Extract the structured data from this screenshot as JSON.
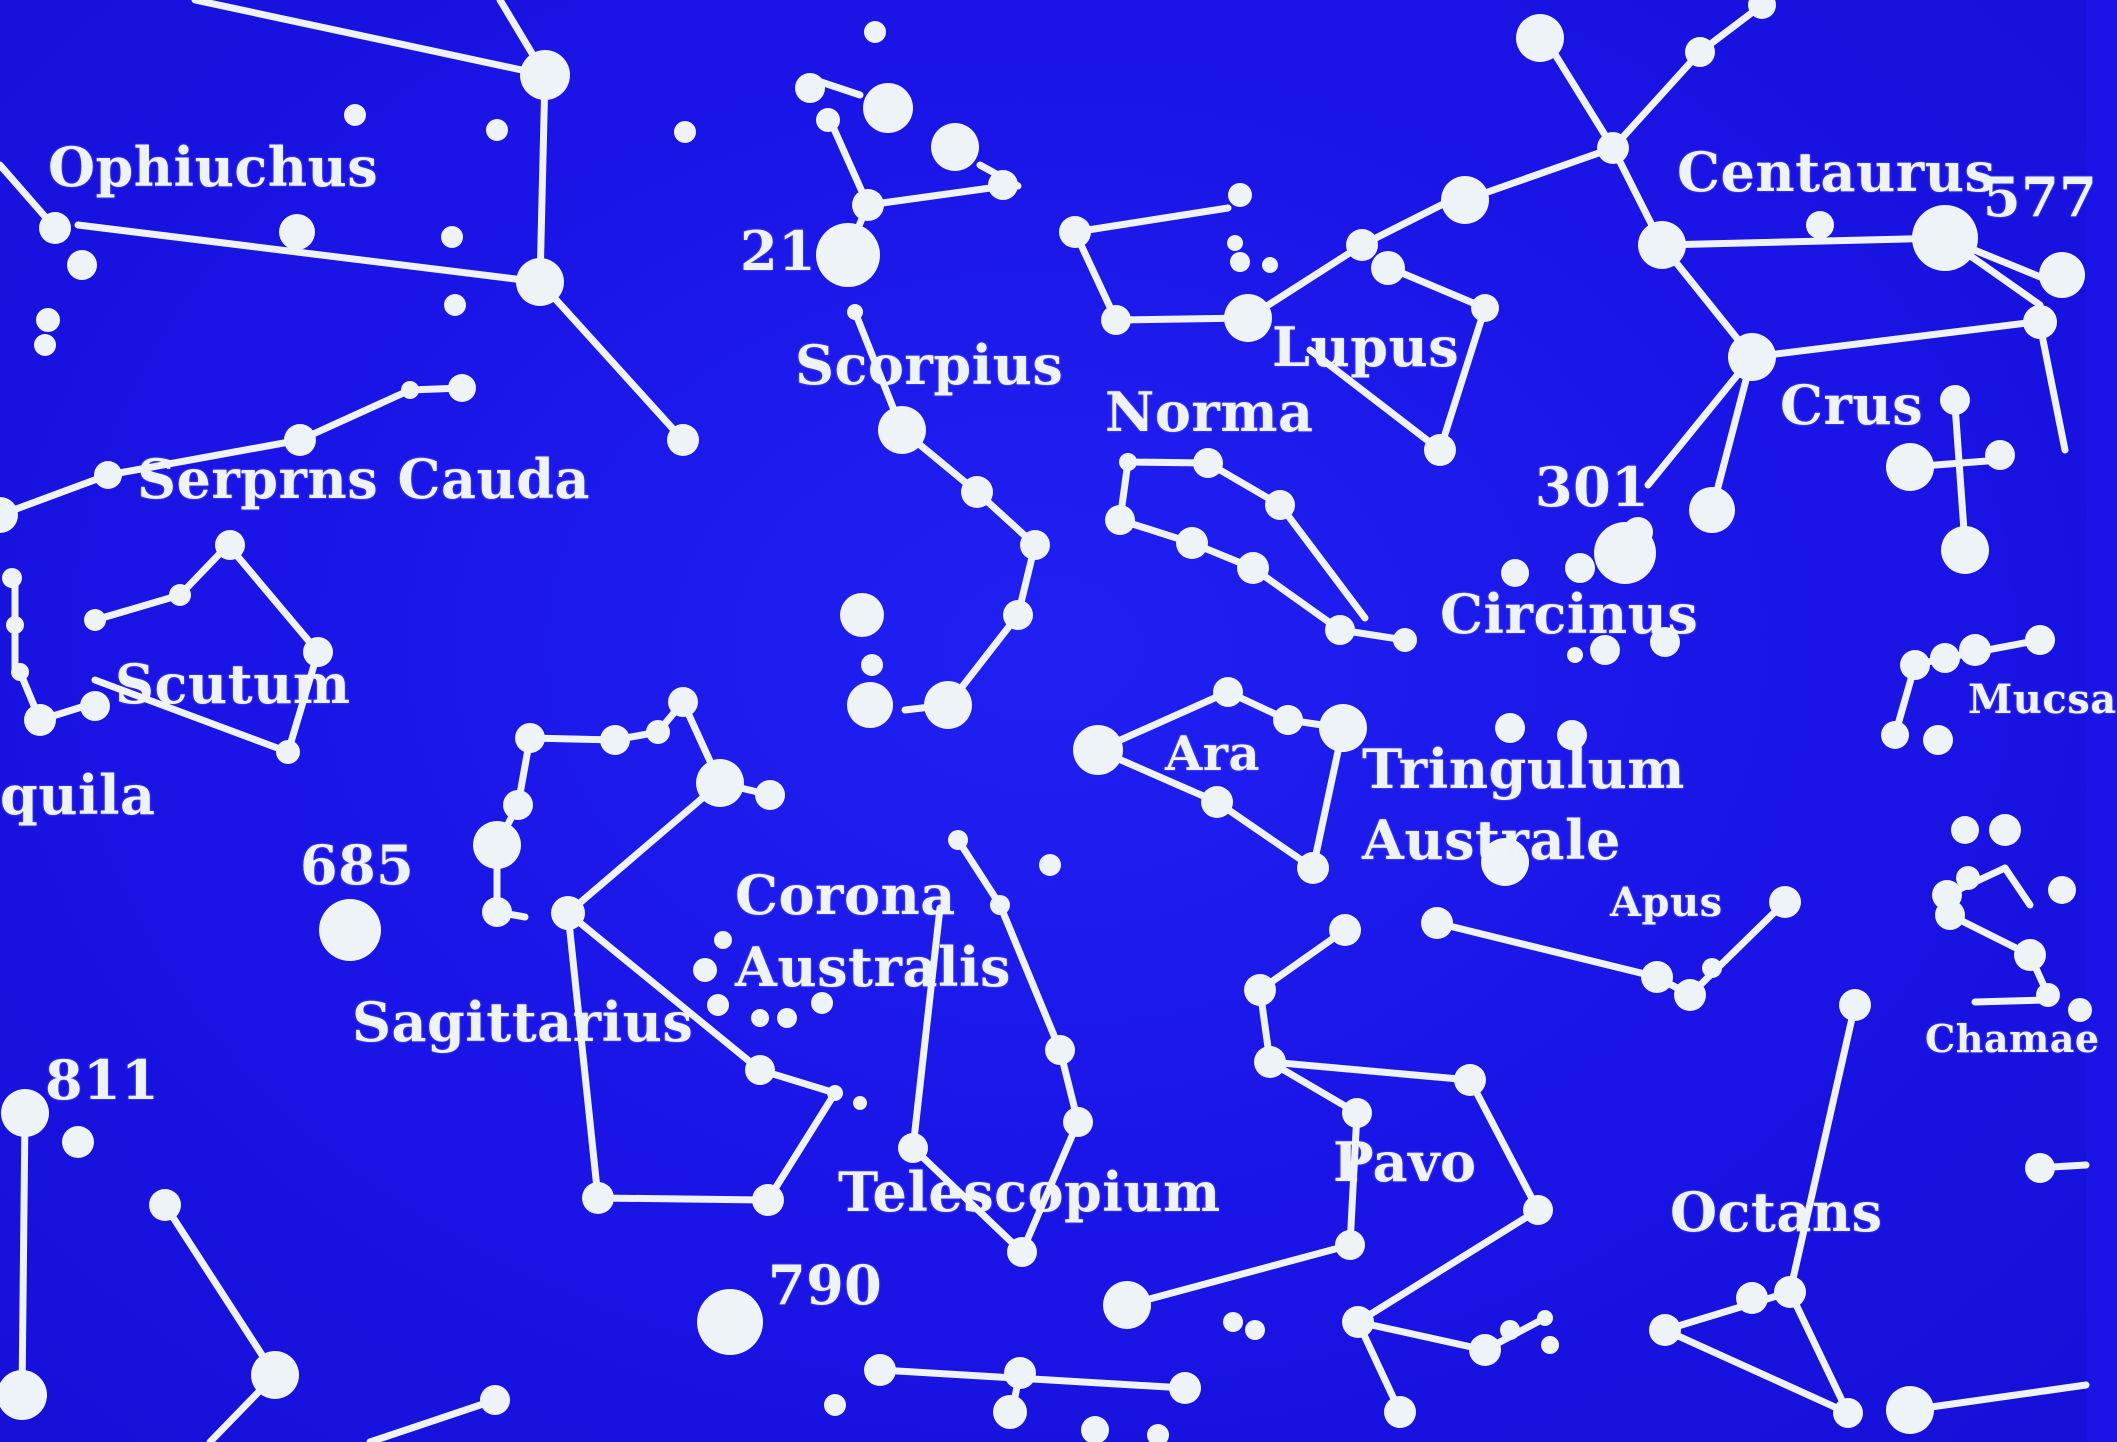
{
  "colors": {
    "sky": "#1a14e6",
    "stars": "#eef3f8"
  },
  "labels": {
    "ophiuchus": "Ophiuchus",
    "scorpius": "Scorpius",
    "lupus": "Lupus",
    "centaurus": "Centaurus",
    "centaurus_number": "577",
    "norma": "Norma",
    "crus": "Crus",
    "serpens_cauda": "Serprns Cauda",
    "scutum": "Scutum",
    "aquila": "quila",
    "circinus": "Circinus",
    "number_21": "21",
    "number_301": "301",
    "number_685": "685",
    "number_811": "811",
    "number_790": "790",
    "ara": "Ara",
    "triangulum_australe_line1": "Tringulum",
    "triangulum_australe_line2": "Australe",
    "musca": "Mucsa",
    "corona_australis_line1": "Corona",
    "corona_australis_line2": "Australis",
    "apus": "Apus",
    "sagittarius": "Sagittarius",
    "chamaeleon": "Chamae",
    "pavo": "Pavo",
    "telescopium": "Telescopium",
    "octans": "Octans"
  }
}
